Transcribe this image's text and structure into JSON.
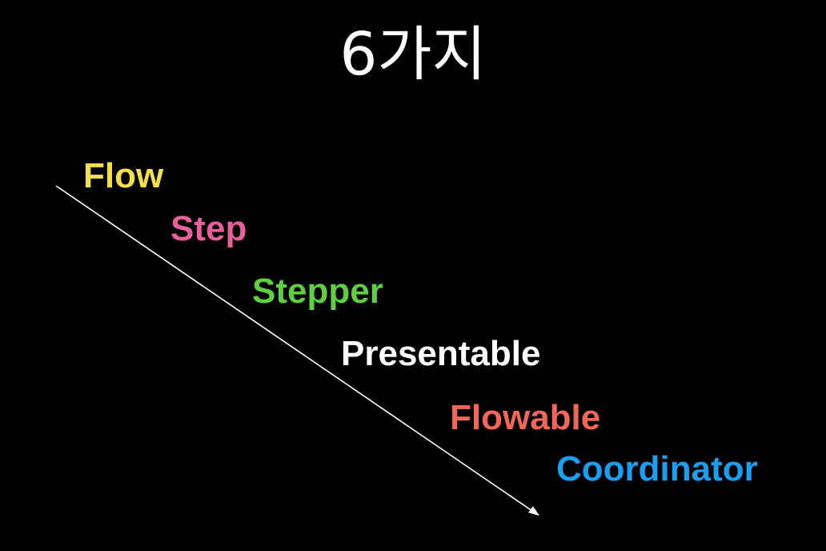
{
  "slide": {
    "title": "6가지",
    "terms": [
      {
        "label": "Flow",
        "color": "#f2e04b"
      },
      {
        "label": "Step",
        "color": "#e95f9c"
      },
      {
        "label": "Stepper",
        "color": "#5fcf3f"
      },
      {
        "label": "Presentable",
        "color": "#ffffff"
      },
      {
        "label": "Flowable",
        "color": "#f0675a"
      },
      {
        "label": "Coordinator",
        "color": "#1a9ef0"
      }
    ],
    "arrow_color": "#ffffff",
    "background_color": "#000000"
  }
}
